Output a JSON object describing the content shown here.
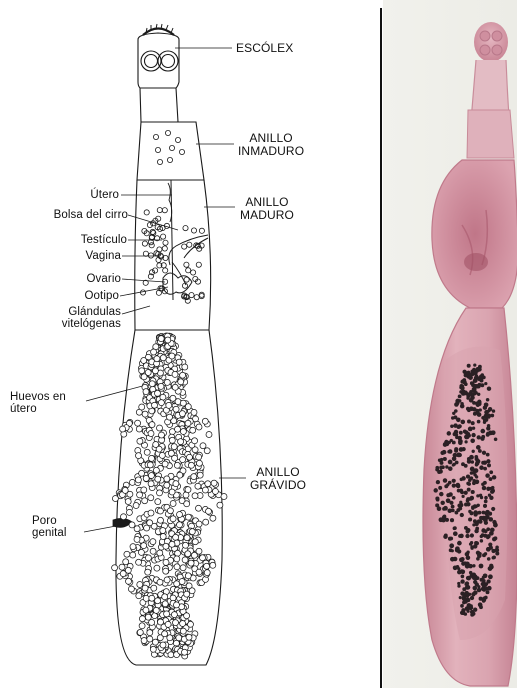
{
  "labels": {
    "escolex": "ESCÓLEX",
    "anillo_inmaduro": "ANILLO\nINMADURO",
    "anillo_maduro": "ANILLO\nMADURO",
    "anillo_gravido": "ANILLO\nGRÁVIDO",
    "utero": "Útero",
    "bolsa_cirro": "Bolsa del cirro",
    "testiculo": "Testículo",
    "vagina": "Vagina",
    "ovario": "Ovario",
    "ootipo": "Ootipo",
    "glandulas": "Glándulas\nvitelógenas",
    "huevos": "Huevos en\nútero",
    "poro": "Poro\ngenital"
  },
  "colors": {
    "ink": "#1a1a1a",
    "specimen_body": "#d89aa6",
    "specimen_dark": "#b86a7c",
    "eggs": "#2b2024"
  }
}
